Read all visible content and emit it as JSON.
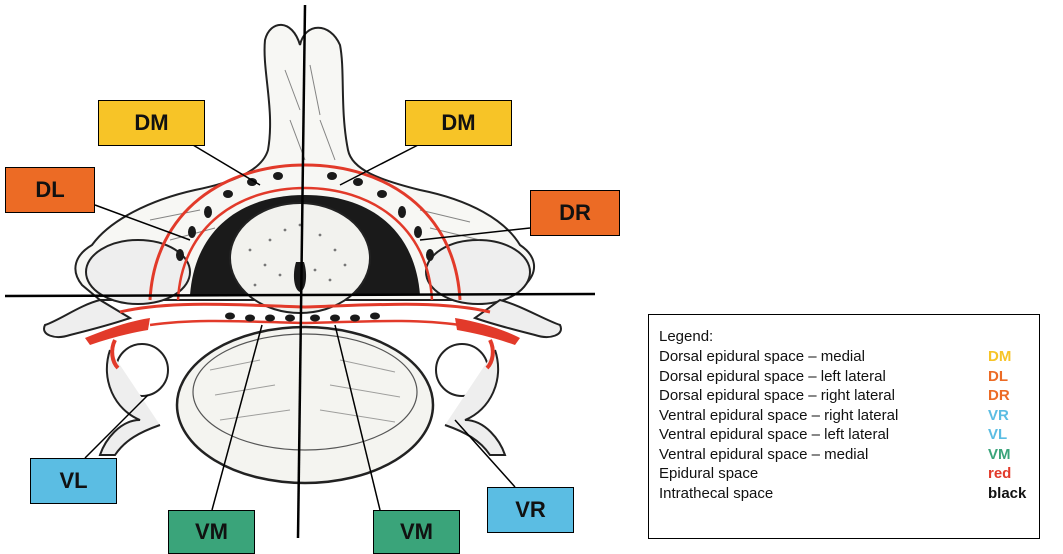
{
  "labels": {
    "dm_left": "DM",
    "dm_right": "DM",
    "dl": "DL",
    "dr": "DR",
    "vl": "VL",
    "vr": "VR",
    "vm_left": "VM",
    "vm_right": "VM"
  },
  "legend": {
    "title": "Legend:",
    "items": [
      {
        "desc": "Dorsal epidural space – medial",
        "code": "DM",
        "color": "#f7c427"
      },
      {
        "desc": "Dorsal epidural space – left lateral",
        "code": "DL",
        "color": "#ec6b25"
      },
      {
        "desc": "Dorsal epidural space – right lateral",
        "code": "DR",
        "color": "#ec6b25"
      },
      {
        "desc": "Ventral epidural space – right lateral",
        "code": "VR",
        "color": "#5bbde3"
      },
      {
        "desc": "Ventral epidural space – left lateral",
        "code": "VL",
        "color": "#5bbde3"
      },
      {
        "desc": "Ventral epidural space – medial",
        "code": "VM",
        "color": "#3aa47a"
      },
      {
        "desc": "Epidural space",
        "code": "red",
        "color": "#e23a2a"
      },
      {
        "desc": "Intrathecal space",
        "code": "black",
        "color": "#111111"
      }
    ]
  }
}
